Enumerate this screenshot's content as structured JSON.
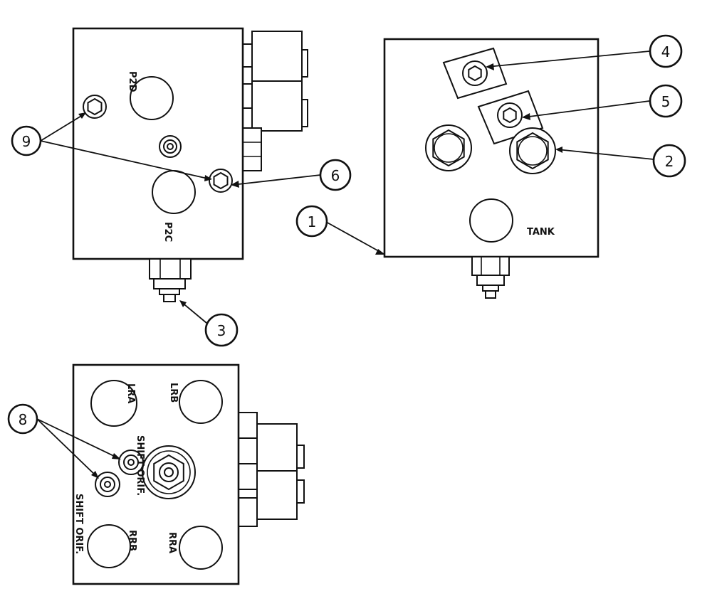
{
  "views": {
    "top_left": {
      "port_labels": {
        "p2d": "P2D",
        "p2c": "P2C"
      }
    },
    "top_right": {
      "port_labels": {
        "tank": "TANK"
      }
    },
    "bottom": {
      "port_labels": {
        "lra": "LRA",
        "lrb": "LRB",
        "rrb": "RRB",
        "rra": "RRA",
        "shift_orif_upper": "SHIFT ORIF.",
        "shift_orif_lower": "SHIFT ORIF."
      }
    }
  },
  "callouts": {
    "c1": "1",
    "c2": "2",
    "c3": "3",
    "c4": "4",
    "c5": "5",
    "c6": "6",
    "c8": "8",
    "c9": "9"
  }
}
